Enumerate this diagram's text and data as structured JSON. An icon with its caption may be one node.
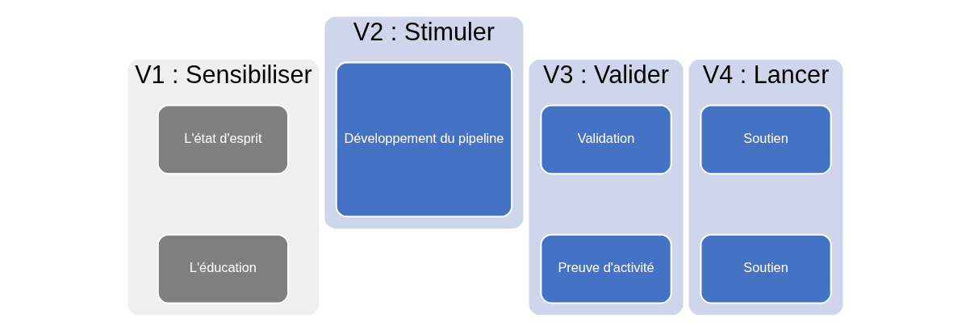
{
  "diagram": {
    "nodes": [
      {
        "text": [
          "V1 : Sensibiliser"
        ]
      },
      {
        "text": [
          "L'état d'esprit"
        ],
        "in": 0
      },
      {
        "text": [
          "L'éducation"
        ],
        "in": 0
      },
      {
        "text": [
          "V2 : Stimuler"
        ]
      },
      {
        "text": [
          "Développement du pipeline"
        ],
        "in": 3
      },
      {
        "text": [
          "V3 : Valider"
        ]
      },
      {
        "text": [
          "Validation"
        ],
        "in": 5
      },
      {
        "text": [
          "Preuve d'activité"
        ],
        "in": 5
      },
      {
        "text": [
          "V4 : Lancer"
        ]
      },
      {
        "text": [
          "Soutien"
        ],
        "in": 8
      },
      {
        "text": [
          "Soutien"
        ],
        "in": 8
      }
    ],
    "edges": []
  }
}
